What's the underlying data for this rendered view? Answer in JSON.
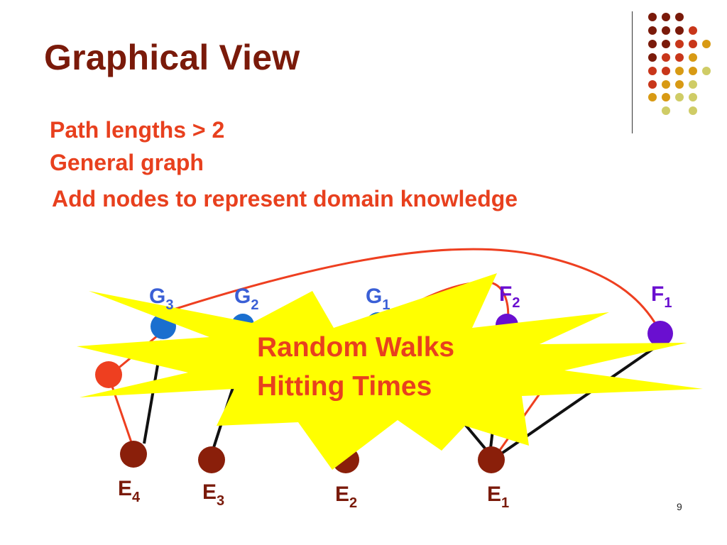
{
  "slide": {
    "title": "Graphical View",
    "bullets": [
      "Path lengths > 2",
      "General graph",
      "Add nodes to represent domain knowledge"
    ],
    "page_number": "9"
  },
  "callout": {
    "lines": [
      "Random Walks",
      "Hitting Times"
    ],
    "fill": "#ffff00",
    "text_color": "#e8401e"
  },
  "graph": {
    "nodes": [
      {
        "id": "G3",
        "letter": "G",
        "sub": "3",
        "color": "#1a6fcf",
        "label_color": "#3a5fd6"
      },
      {
        "id": "G2",
        "letter": "G",
        "sub": "2",
        "color": "#1a6fcf",
        "label_color": "#3a5fd6"
      },
      {
        "id": "G1",
        "letter": "G",
        "sub": "1",
        "color": "#1a6fcf",
        "label_color": "#3a5fd6"
      },
      {
        "id": "F2",
        "letter": "F",
        "sub": "2",
        "color": "#6a0fd0",
        "label_color": "#6a0fd0"
      },
      {
        "id": "F1",
        "letter": "F",
        "sub": "1",
        "color": "#6a0fd0",
        "label_color": "#6a0fd0"
      },
      {
        "id": "R",
        "letter": "",
        "sub": "",
        "color": "#ee3f20",
        "label_color": ""
      },
      {
        "id": "E4",
        "letter": "E",
        "sub": "4",
        "color": "#8a1f0a",
        "label_color": "#7a1a0a"
      },
      {
        "id": "E3",
        "letter": "E",
        "sub": "3",
        "color": "#8a1f0a",
        "label_color": "#7a1a0a"
      },
      {
        "id": "E2",
        "letter": "E",
        "sub": "2",
        "color": "#8a1f0a",
        "label_color": "#7a1a0a"
      },
      {
        "id": "E1",
        "letter": "E",
        "sub": "1",
        "color": "#8a1f0a",
        "label_color": "#7a1a0a"
      }
    ],
    "colors": {
      "red_edge": "#ee3f20",
      "black_edge": "#111111"
    }
  },
  "decoration": {
    "dot_palette": [
      "#7a1a0a",
      "#c8361a",
      "#d89a14",
      "#cfcc66"
    ]
  }
}
